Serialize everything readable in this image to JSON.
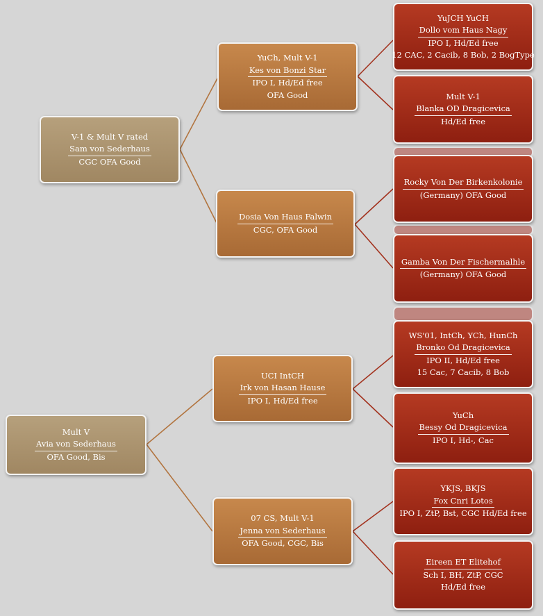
{
  "colors": {
    "grandparent": "#a99070",
    "parent": "#b87a42",
    "ancestor": "#a02c18",
    "connector_upper": "#b27540",
    "connector_red": "#a3331f"
  },
  "sire": {
    "l1": "V-1 & Mult V rated",
    "name": "Sam von Sederhaus",
    "l3": "CGC OFA Good"
  },
  "dam": {
    "l1": "Mult V",
    "name": "Avia von Sederhaus",
    "l3": "OFA Good, Bis"
  },
  "sire_sire": {
    "l1": "YuCh, Mult V-1",
    "name": "Kes von Bonzi Star",
    "l3": "IPO I, Hd/Ed free",
    "l4": "OFA Good"
  },
  "sire_dam": {
    "name": "Dosia Von Haus Falwin",
    "l2": "CGC, OFA Good"
  },
  "dam_sire": {
    "l1": "UCI IntCH",
    "name": "Irk von Hasan Hause",
    "l3": "IPO I, Hd/Ed free"
  },
  "dam_dam": {
    "l1": "07 CS, Mult V-1",
    "name": "Jenna von Sederhaus",
    "l3": "OFA Good, CGC, Bis"
  },
  "a1": {
    "l1": "YuJCH YuCH",
    "name": "Dollo vom Haus Nagy",
    "l3": "IPO I, Hd/Ed free",
    "l4": "12 CAC, 2 Cacib, 8 Bob, 2 BogType"
  },
  "a2": {
    "l1": "Mult V-1",
    "name": "Blanka OD Dragicevica",
    "l3": "Hd/Ed free"
  },
  "a3": {
    "name": "Rocky Von Der Birkenkolonie",
    "l2": "(Germany) OFA Good"
  },
  "a4": {
    "name": "Gamba Von Der Fischermalhle",
    "l2": "(Germany) OFA Good"
  },
  "a5": {
    "l1": "WS'01, IntCh, YCh, HunCh",
    "name": "Bronko Od Dragicevica",
    "l3": "IPO II, Hd/Ed free",
    "l4": "15 Cac, 7 Cacib, 8 Bob"
  },
  "a6": {
    "l1": "YuCh",
    "name": "Bessy Od Dragicevica",
    "l3": "IPO I, Hd-, Cac"
  },
  "a7": {
    "l1": "YKJS, BKJS",
    "name": "Fox Cnri Lotos",
    "l3": "IPO I, ZtP, Bst, CGC Hd/Ed free"
  },
  "a8": {
    "name": "Eireen ET Elitehof",
    "l2": "Sch I, BH, ZtP, CGC",
    "l3": "Hd/Ed free"
  }
}
